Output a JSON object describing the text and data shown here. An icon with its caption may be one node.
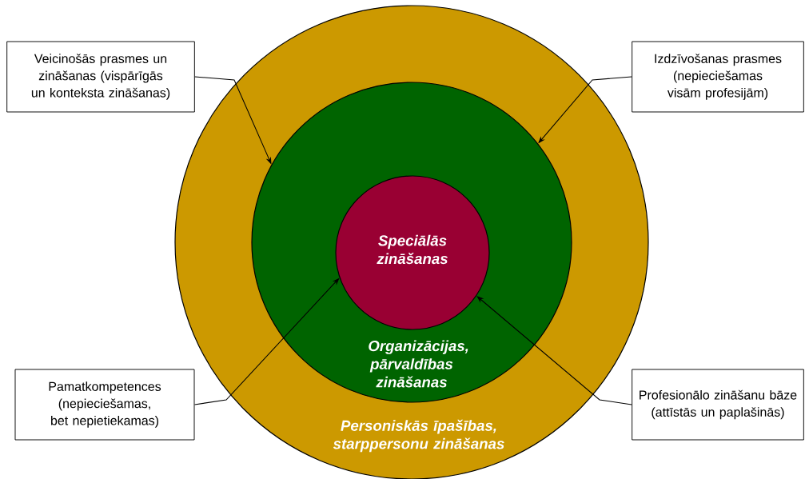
{
  "diagram": {
    "nodes": [
      {
        "text": [
          "Personiskās īpašības, starppersonu zināšanas"
        ]
      },
      {
        "text": [
          "Organizācijas, pārvaldības zināšanas"
        ],
        "in": 0
      },
      {
        "text": [
          "Speciālās zināšanas"
        ],
        "in": 1
      },
      {
        "text": [
          "Veicinošās prasmes un zināšanas (vispārīgās un konteksta zināšanas)"
        ]
      },
      {
        "text": [
          "Izdzīvošanas prasmes (nepieciešamas visām profesijām)"
        ]
      },
      {
        "text": [
          "Pamatkompetences (nepieciešamas, bet nepietiekamas)"
        ]
      },
      {
        "text": [
          "Profesionālo zināšanu bāze (attīstās un paplašinās)"
        ]
      }
    ],
    "edges": [
      {
        "from": 3,
        "to": 1,
        "arrow": "to"
      },
      {
        "from": 4,
        "to": 1,
        "arrow": "to"
      },
      {
        "from": 5,
        "to": 2,
        "arrow": "to"
      },
      {
        "from": 6,
        "to": 2,
        "arrow": "to"
      }
    ]
  }
}
